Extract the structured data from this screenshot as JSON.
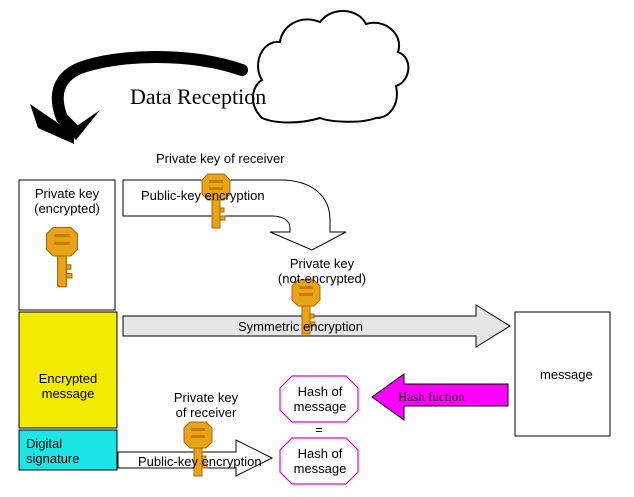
{
  "title": "Data Reception",
  "boxes": {
    "private_key_encrypted": "Private key\n(encrypted)",
    "encrypted_message": "Encrypted\nmessage",
    "digital_signature": "Digital\nsignature",
    "message": "message"
  },
  "labels": {
    "private_key_of_receiver_top": "Private key of receiver",
    "public_key_encryption_top": "Public-key encryption",
    "private_key_not_encrypted": "Private key\n(not-encrypted)",
    "symmetric_encryption": "Symmetric encryption",
    "hash_of_message_1": "Hash of\nmessage",
    "equals": "=",
    "hash_of_message_2": "Hash of\nmessage",
    "hash_function": "Hash fuction",
    "private_key_of_receiver_bottom": "Private key\nof receiver",
    "public_key_encryption_bottom": "Public-key encryption"
  },
  "colors": {
    "key_gold": "#e8a317",
    "encrypted_message_fill": "#f2ea00",
    "digital_signature_fill": "#1ae6e6",
    "hash_arrow_fill": "#ff00ff",
    "hash_outline": "#e600e6",
    "arrow_fill": "#e6e6e6"
  },
  "icons": [
    "cloud-icon",
    "curved-arrow-icon",
    "key-icon"
  ]
}
